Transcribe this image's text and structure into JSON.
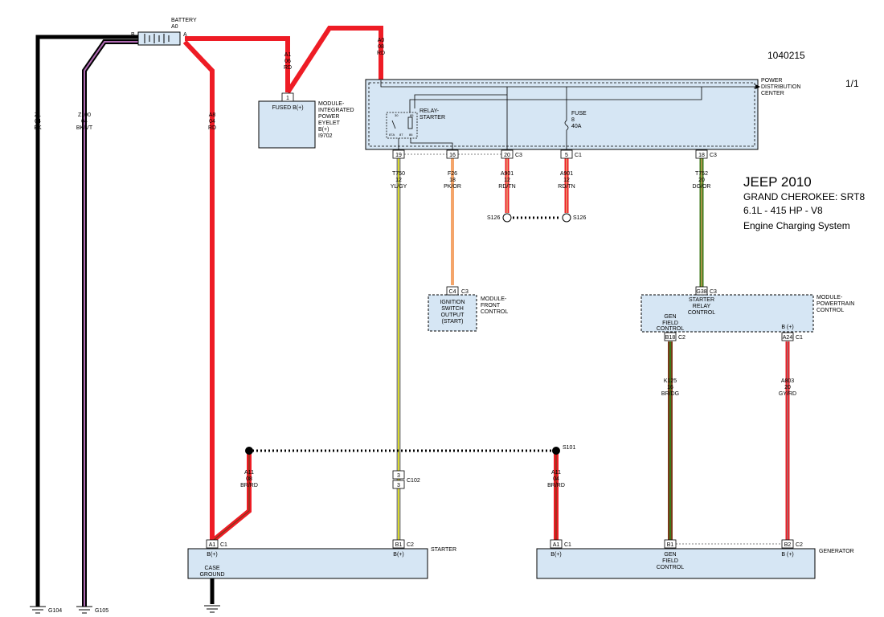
{
  "doc_number": "1040215",
  "page": "1/1",
  "title": {
    "line1": "JEEP 2010",
    "line2": "GRAND CHEROKEE: SRT8",
    "line3": "6.1L - 415 HP  - V8",
    "line4": "Engine Charging System"
  },
  "battery": {
    "name": "BATTERY",
    "code": "A0",
    "term_b": "B",
    "term_a": "A"
  },
  "wires": {
    "z1": [
      "Z1",
      "04",
      "BK"
    ],
    "z100": [
      "Z100",
      "04",
      "BK/VT"
    ],
    "a8": [
      "A8",
      "04",
      "RD"
    ],
    "a1": [
      "A1",
      "06",
      "RD"
    ],
    "a0": [
      "A0",
      "08",
      "RD"
    ],
    "t750": [
      "T750",
      "12",
      "YL/GY"
    ],
    "f26": [
      "F26",
      "18",
      "PK/OR"
    ],
    "a901a": [
      "A901",
      "12",
      "RD/TN"
    ],
    "a901b": [
      "A901",
      "12",
      "RD/TN"
    ],
    "t752": [
      "T752",
      "20",
      "DG/OR"
    ],
    "k125": [
      "K125",
      "16",
      "BR/DG"
    ],
    "a803": [
      "A803",
      "20",
      "GY/RD"
    ],
    "a11l": [
      "A11",
      "08",
      "BR/RD"
    ],
    "a11r": [
      "A11",
      "04",
      "BR/RD"
    ]
  },
  "fused_module": {
    "pin": "1",
    "label": "FUSED B(+)",
    "desc": [
      "MODULE-",
      "INTEGRATED",
      "POWER",
      "EYELET",
      "B(+)",
      "I9702"
    ]
  },
  "pdc": {
    "name": [
      "POWER",
      "DISTRIBUTION",
      "CENTER"
    ],
    "relay": [
      "RELAY-",
      "STARTER"
    ],
    "relay_pins": [
      "30",
      "85",
      "87A",
      "87",
      "86"
    ],
    "fuse": [
      "FUSE",
      "8",
      "40A"
    ],
    "pins": [
      {
        "num": "19",
        "conn": ""
      },
      {
        "num": "16",
        "conn": ""
      },
      {
        "num": "20",
        "conn": "C3"
      },
      {
        "num": "5",
        "conn": "C1"
      },
      {
        "num": "18",
        "conn": "C3"
      }
    ]
  },
  "splices": {
    "s126a": "S126",
    "s126b": "S126",
    "s101": "S101"
  },
  "fcm": {
    "pin": "C4",
    "conn": "C3",
    "label": [
      "IGNITION",
      "SWITCH",
      "OUTPUT",
      "(START)"
    ],
    "name": [
      "MODULE-",
      "FRONT",
      "CONTROL"
    ]
  },
  "pcm": {
    "name": [
      "MODULE-",
      "POWERTRAIN",
      "CONTROL"
    ],
    "pin_top": "G38",
    "pin_top_conn": "C3",
    "starter_label": [
      "STARTER",
      "RELAY",
      "CONTROL"
    ],
    "gen_label": [
      "GEN",
      "FIELD",
      "CONTROL"
    ],
    "bplus": "B (+)",
    "pin_b18": "B18",
    "pin_b18_conn": "C2",
    "pin_a24": "A24",
    "pin_a24_conn": "C1"
  },
  "c102": {
    "pin_top": "3",
    "pin_bottom": "3",
    "name": "C102"
  },
  "starter": {
    "name": "STARTER",
    "pin_a1": "A1",
    "pin_a1_conn": "C1",
    "pin_a1_label": "B(+)",
    "pin_b1": "B1",
    "pin_b1_conn": "C2",
    "pin_b1_label": "B(+)",
    "case_ground": [
      "CASE",
      "GROUND"
    ]
  },
  "generator": {
    "name": "GENERATOR",
    "pin_a1": "A1",
    "pin_a1_conn": "C1",
    "pin_a1_label": "B(+)",
    "pin_b1": "B1",
    "pin_b1_label": [
      "GEN",
      "FIELD",
      "CONTROL"
    ],
    "pin_b2": "B2",
    "pin_b2_conn": "C2",
    "pin_b2_label": "B (+)"
  },
  "grounds": {
    "g104": "G104",
    "g105": "G105"
  },
  "colors": {
    "red": "#ee1c25",
    "black": "#000000",
    "violet": "#b06ab3",
    "yellow": "#d8d82a",
    "gray": "#8a8a8a",
    "pink": "#f4a56a",
    "brown": "#7a3a1a",
    "dark_green": "#3a7a1a",
    "box_fill": "#d6e6f4"
  }
}
